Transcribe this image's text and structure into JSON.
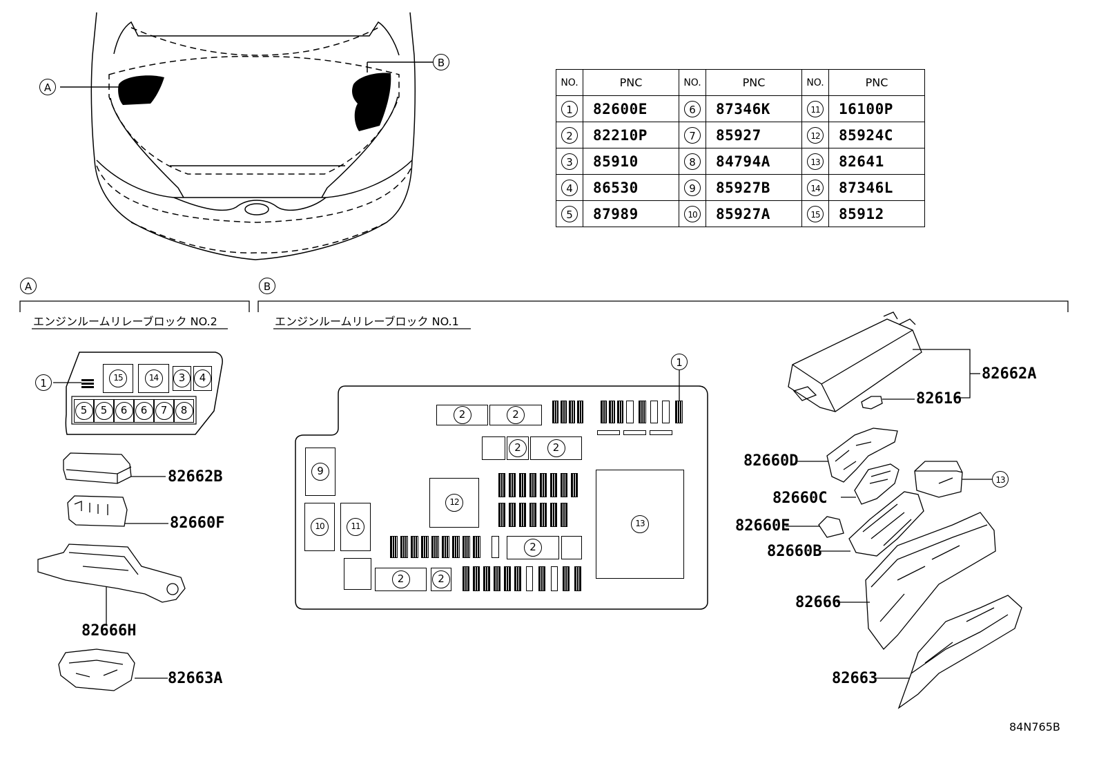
{
  "callouts": {
    "a": "A",
    "b": "B"
  },
  "table": {
    "header_no": "NO.",
    "header_pnc": "PNC",
    "rows": [
      [
        {
          "no": "1",
          "pnc": "82600E"
        },
        {
          "no": "6",
          "pnc": "87346K"
        },
        {
          "no": "11",
          "pnc": "16100P"
        }
      ],
      [
        {
          "no": "2",
          "pnc": "82210P"
        },
        {
          "no": "7",
          "pnc": "85927"
        },
        {
          "no": "12",
          "pnc": "85924C"
        }
      ],
      [
        {
          "no": "3",
          "pnc": "85910"
        },
        {
          "no": "8",
          "pnc": "84794A"
        },
        {
          "no": "13",
          "pnc": "82641"
        }
      ],
      [
        {
          "no": "4",
          "pnc": "86530"
        },
        {
          "no": "9",
          "pnc": "85927B"
        },
        {
          "no": "14",
          "pnc": "87346L"
        }
      ],
      [
        {
          "no": "5",
          "pnc": "87989"
        },
        {
          "no": "10",
          "pnc": "85927A"
        },
        {
          "no": "15",
          "pnc": "85912"
        }
      ]
    ]
  },
  "section_a": {
    "ref": "A",
    "title": "エンジンルームリレーブロック NO.2"
  },
  "section_b": {
    "ref": "B",
    "title": "エンジンルームリレーブロック NO.1"
  },
  "parts_a": {
    "p1": "82662B",
    "p2": "82660F",
    "p3": "82666H",
    "p4": "82663A"
  },
  "parts_b": {
    "p1": "82662A",
    "p2": "82616",
    "p3": "82660D",
    "p4": "82660C",
    "p5": "82660E",
    "p6": "82660B",
    "p7": "82666",
    "p8": "82663"
  },
  "marker_13": "13",
  "marker_1a": "1",
  "marker_1b": "1",
  "diagram_id": "84N765B",
  "blocks": {
    "a_slots": [
      {
        "n": "15",
        "l": 149,
        "t": 527,
        "w": 44,
        "h": 42
      },
      {
        "n": "14",
        "l": 200,
        "t": 527,
        "w": 45,
        "h": 42
      },
      {
        "n": "3",
        "l": 250,
        "t": 530,
        "w": 27,
        "h": 36
      },
      {
        "n": "4",
        "l": 280,
        "t": 530,
        "w": 27,
        "h": 36
      },
      {
        "n": "5",
        "l": 107,
        "t": 578,
        "w": 29,
        "h": 34
      },
      {
        "n": "5",
        "l": 136,
        "t": 578,
        "w": 29,
        "h": 34
      },
      {
        "n": "6",
        "l": 165,
        "t": 578,
        "w": 29,
        "h": 34
      },
      {
        "n": "6",
        "l": 194,
        "t": 578,
        "w": 29,
        "h": 34
      },
      {
        "n": "7",
        "l": 223,
        "t": 578,
        "w": 29,
        "h": 34
      },
      {
        "n": "8",
        "l": 252,
        "t": 578,
        "w": 29,
        "h": 34
      }
    ],
    "b_slots": [
      {
        "n": "2",
        "l": 632,
        "t": 586,
        "w": 75,
        "h": 30
      },
      {
        "n": "2",
        "l": 709,
        "t": 586,
        "w": 76,
        "h": 30
      },
      {
        "n": "",
        "l": 698,
        "t": 632,
        "w": 34,
        "h": 34
      },
      {
        "n": "2",
        "l": 734,
        "t": 632,
        "w": 32,
        "h": 34
      },
      {
        "n": "2",
        "l": 768,
        "t": 632,
        "w": 75,
        "h": 34
      },
      {
        "n": "9",
        "l": 442,
        "t": 648,
        "w": 44,
        "h": 70
      },
      {
        "n": "12",
        "l": 622,
        "t": 692,
        "w": 72,
        "h": 72
      },
      {
        "n": "13",
        "l": 863,
        "t": 680,
        "w": 128,
        "h": 158
      },
      {
        "n": "10",
        "l": 441,
        "t": 728,
        "w": 44,
        "h": 70
      },
      {
        "n": "11",
        "l": 493,
        "t": 728,
        "w": 44,
        "h": 70
      },
      {
        "n": "2",
        "l": 734,
        "t": 776,
        "w": 76,
        "h": 34
      },
      {
        "n": "",
        "l": 813,
        "t": 776,
        "w": 30,
        "h": 34
      },
      {
        "n": "",
        "l": 498,
        "t": 808,
        "w": 40,
        "h": 46
      },
      {
        "n": "2",
        "l": 543,
        "t": 822,
        "w": 75,
        "h": 34
      },
      {
        "n": "2",
        "l": 624,
        "t": 822,
        "w": 30,
        "h": 34
      }
    ],
    "b_fuses": [
      {
        "k": "solid",
        "l": 800,
        "t": 580,
        "w": 9,
        "h": 33
      },
      {
        "k": "solid",
        "l": 812,
        "t": 580,
        "w": 9,
        "h": 33
      },
      {
        "k": "solid",
        "l": 824,
        "t": 580,
        "w": 9,
        "h": 33
      },
      {
        "k": "solid",
        "l": 836,
        "t": 580,
        "w": 9,
        "h": 33
      },
      {
        "k": "solid",
        "l": 870,
        "t": 580,
        "w": 9,
        "h": 33
      },
      {
        "k": "solid",
        "l": 882,
        "t": 580,
        "w": 9,
        "h": 33
      },
      {
        "k": "solid",
        "l": 894,
        "t": 580,
        "w": 9,
        "h": 33
      },
      {
        "k": "open",
        "l": 907,
        "t": 580,
        "w": 11,
        "h": 33
      },
      {
        "k": "solid",
        "l": 925,
        "t": 580,
        "w": 11,
        "h": 33
      },
      {
        "k": "open",
        "l": 942,
        "t": 580,
        "w": 11,
        "h": 33
      },
      {
        "k": "open",
        "l": 959,
        "t": 580,
        "w": 11,
        "h": 33
      },
      {
        "k": "solid",
        "l": 978,
        "t": 580,
        "w": 11,
        "h": 33
      },
      {
        "k": "solid",
        "l": 722,
        "t": 685,
        "w": 10,
        "h": 35
      },
      {
        "k": "solid",
        "l": 737,
        "t": 685,
        "w": 10,
        "h": 35
      },
      {
        "k": "solid",
        "l": 752,
        "t": 685,
        "w": 10,
        "h": 35
      },
      {
        "k": "solid",
        "l": 767,
        "t": 685,
        "w": 10,
        "h": 35
      },
      {
        "k": "solid",
        "l": 782,
        "t": 685,
        "w": 10,
        "h": 35
      },
      {
        "k": "solid",
        "l": 797,
        "t": 685,
        "w": 10,
        "h": 35
      },
      {
        "k": "solid",
        "l": 812,
        "t": 685,
        "w": 10,
        "h": 35
      },
      {
        "k": "solid",
        "l": 827,
        "t": 685,
        "w": 10,
        "h": 35
      },
      {
        "k": "solid",
        "l": 722,
        "t": 728,
        "w": 10,
        "h": 35
      },
      {
        "k": "solid",
        "l": 737,
        "t": 728,
        "w": 10,
        "h": 35
      },
      {
        "k": "solid",
        "l": 752,
        "t": 728,
        "w": 10,
        "h": 35
      },
      {
        "k": "solid",
        "l": 767,
        "t": 728,
        "w": 10,
        "h": 35
      },
      {
        "k": "solid",
        "l": 782,
        "t": 728,
        "w": 10,
        "h": 35
      },
      {
        "k": "solid",
        "l": 797,
        "t": 728,
        "w": 10,
        "h": 35
      },
      {
        "k": "solid",
        "l": 812,
        "t": 728,
        "w": 10,
        "h": 35
      },
      {
        "k": "solid",
        "l": 565,
        "t": 776,
        "w": 11,
        "h": 32
      },
      {
        "k": "solid",
        "l": 580,
        "t": 776,
        "w": 11,
        "h": 32
      },
      {
        "k": "solid",
        "l": 595,
        "t": 776,
        "w": 11,
        "h": 32
      },
      {
        "k": "solid",
        "l": 610,
        "t": 776,
        "w": 11,
        "h": 32
      },
      {
        "k": "solid",
        "l": 625,
        "t": 776,
        "w": 11,
        "h": 32
      },
      {
        "k": "solid",
        "l": 640,
        "t": 776,
        "w": 11,
        "h": 32
      },
      {
        "k": "solid",
        "l": 655,
        "t": 776,
        "w": 11,
        "h": 32
      },
      {
        "k": "solid",
        "l": 670,
        "t": 776,
        "w": 11,
        "h": 32
      },
      {
        "k": "solid",
        "l": 685,
        "t": 776,
        "w": 11,
        "h": 32
      },
      {
        "k": "open",
        "l": 712,
        "t": 776,
        "w": 11,
        "h": 32
      },
      {
        "k": "solid",
        "l": 670,
        "t": 820,
        "w": 10,
        "h": 36
      },
      {
        "k": "solid",
        "l": 685,
        "t": 820,
        "w": 10,
        "h": 36
      },
      {
        "k": "solid",
        "l": 700,
        "t": 820,
        "w": 10,
        "h": 36
      },
      {
        "k": "solid",
        "l": 715,
        "t": 820,
        "w": 10,
        "h": 36
      },
      {
        "k": "solid",
        "l": 730,
        "t": 820,
        "w": 10,
        "h": 36
      },
      {
        "k": "solid",
        "l": 745,
        "t": 820,
        "w": 10,
        "h": 36
      },
      {
        "k": "open",
        "l": 762,
        "t": 820,
        "w": 10,
        "h": 36
      },
      {
        "k": "solid",
        "l": 780,
        "t": 820,
        "w": 10,
        "h": 36
      },
      {
        "k": "open",
        "l": 798,
        "t": 820,
        "w": 10,
        "h": 36
      },
      {
        "k": "solid",
        "l": 815,
        "t": 820,
        "w": 10,
        "h": 36
      },
      {
        "k": "solid",
        "l": 832,
        "t": 820,
        "w": 10,
        "h": 36
      }
    ],
    "b_tabs": [
      {
        "l": 865,
        "t": 623,
        "w": 33
      },
      {
        "l": 903,
        "t": 623,
        "w": 33
      },
      {
        "l": 941,
        "t": 623,
        "w": 33
      }
    ]
  }
}
